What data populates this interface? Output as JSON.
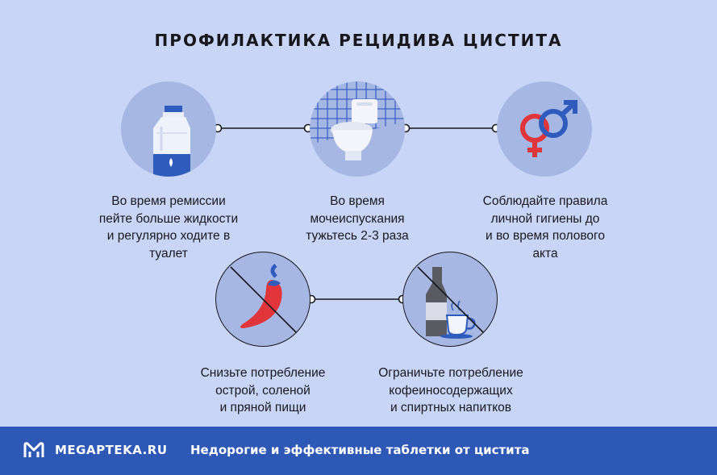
{
  "title": "ПРОФИЛАКТИКА РЕЦИДИВА ЦИСТИТА",
  "tips": [
    {
      "lines": [
        "Во время ремиссии",
        "пейте больше жидкости",
        "и регулярно ходите в",
        "туалет"
      ],
      "icon": "water-bottle-icon"
    },
    {
      "lines": [
        "Во время",
        "мочеиспускания",
        "тужьтесь 2-3 раза"
      ],
      "icon": "toilet-icon"
    },
    {
      "lines": [
        "Соблюдайте правила",
        "личной гигиены до",
        "и во время полового",
        "акта"
      ],
      "icon": "gender-symbols-icon"
    },
    {
      "lines": [
        "Снизьте потребление",
        "острой, соленой",
        "и пряной пищи"
      ],
      "icon": "no-chili-icon"
    },
    {
      "lines": [
        "Ограничьте потребление",
        "кофеиносодержащих",
        "и спиртных напитков"
      ],
      "icon": "no-alcohol-coffee-icon"
    }
  ],
  "footer": {
    "brand": "MEGAPTEKA.RU",
    "slogan": "Недорогие и эффективные таблетки от цистита",
    "logo_icon": "megapteka-logo-icon"
  },
  "colors": {
    "background": "#c9d5f6",
    "circle": "#a7b7e3",
    "footer": "#2e58b6",
    "accent_red": "#e0353a",
    "accent_blue": "#2f5bbd"
  }
}
